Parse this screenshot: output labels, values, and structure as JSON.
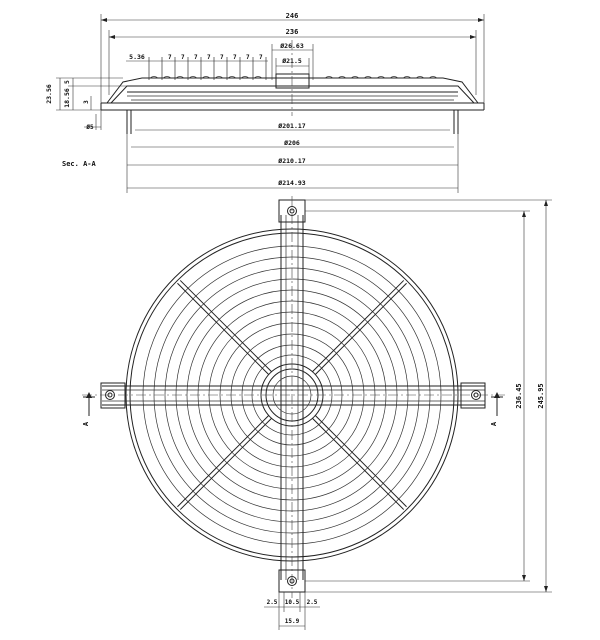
{
  "section": {
    "title": "Sec. A-A",
    "width_outer": "246",
    "width_inner": "236",
    "dia_hub_outer": "Ø26.63",
    "dia_hub_inner": "Ø21.5",
    "rib_pitch_first": "5.36",
    "rib_pitch": "7",
    "height_total": "23.56",
    "height_body": "18.56",
    "step_top": "5",
    "step_mid": "3",
    "flange_thk": "Ø5",
    "dia_1": "Ø201.17",
    "dia_2": "Ø206",
    "dia_3": "Ø210.17",
    "dia_4": "Ø214.93"
  },
  "plan": {
    "height_inner": "236.45",
    "height_outer": "245.95",
    "section_mark": "A",
    "tab_d1": "2.5",
    "tab_d2": "10.5",
    "tab_d3": "2.5",
    "tab_width": "15.9"
  },
  "colors": {
    "line": "#222222",
    "background": "#ffffff"
  }
}
